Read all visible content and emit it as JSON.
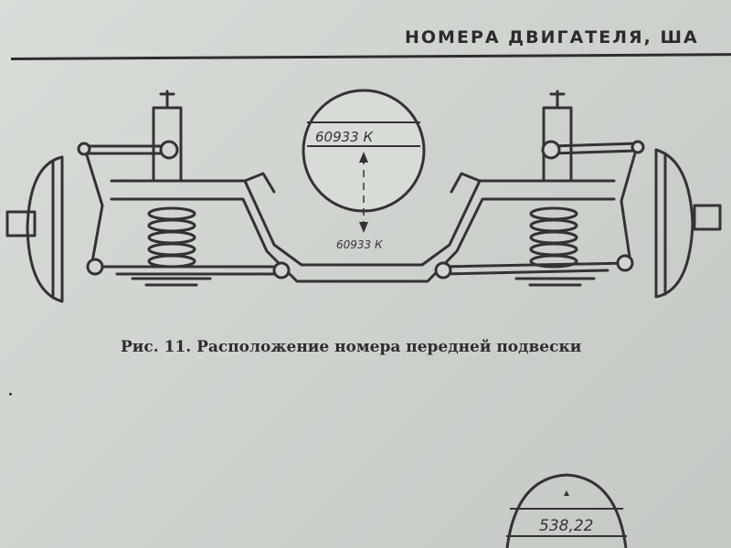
{
  "page": {
    "header": "НОМЕРА ДВИГАТЕЛЯ, ША",
    "caption": "Рис. 11. Расположение номера передней подвески"
  },
  "figure": {
    "callout_number": "60933 К",
    "frame_number": "60933 К"
  },
  "bottom_figure": {
    "number": "538,22"
  }
}
